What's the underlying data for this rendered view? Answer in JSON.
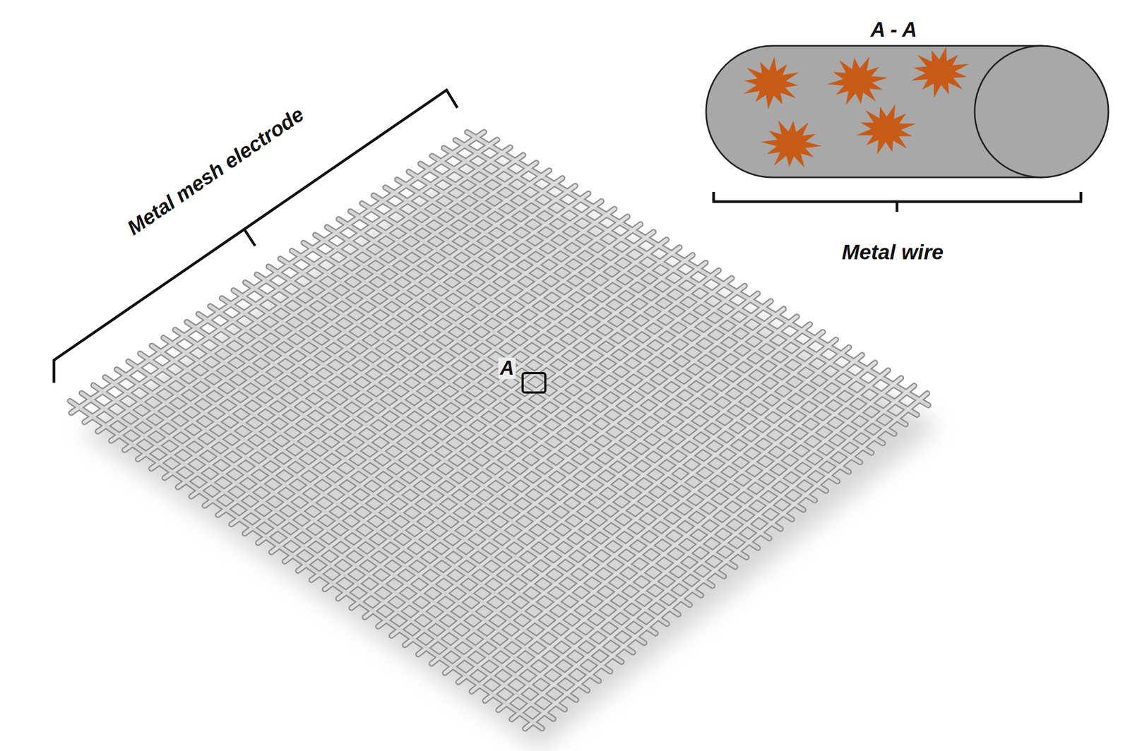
{
  "diagram": {
    "labels": [
      "Metal mesh electrode",
      "A",
      "A - A",
      "Metal wire"
    ]
  }
}
